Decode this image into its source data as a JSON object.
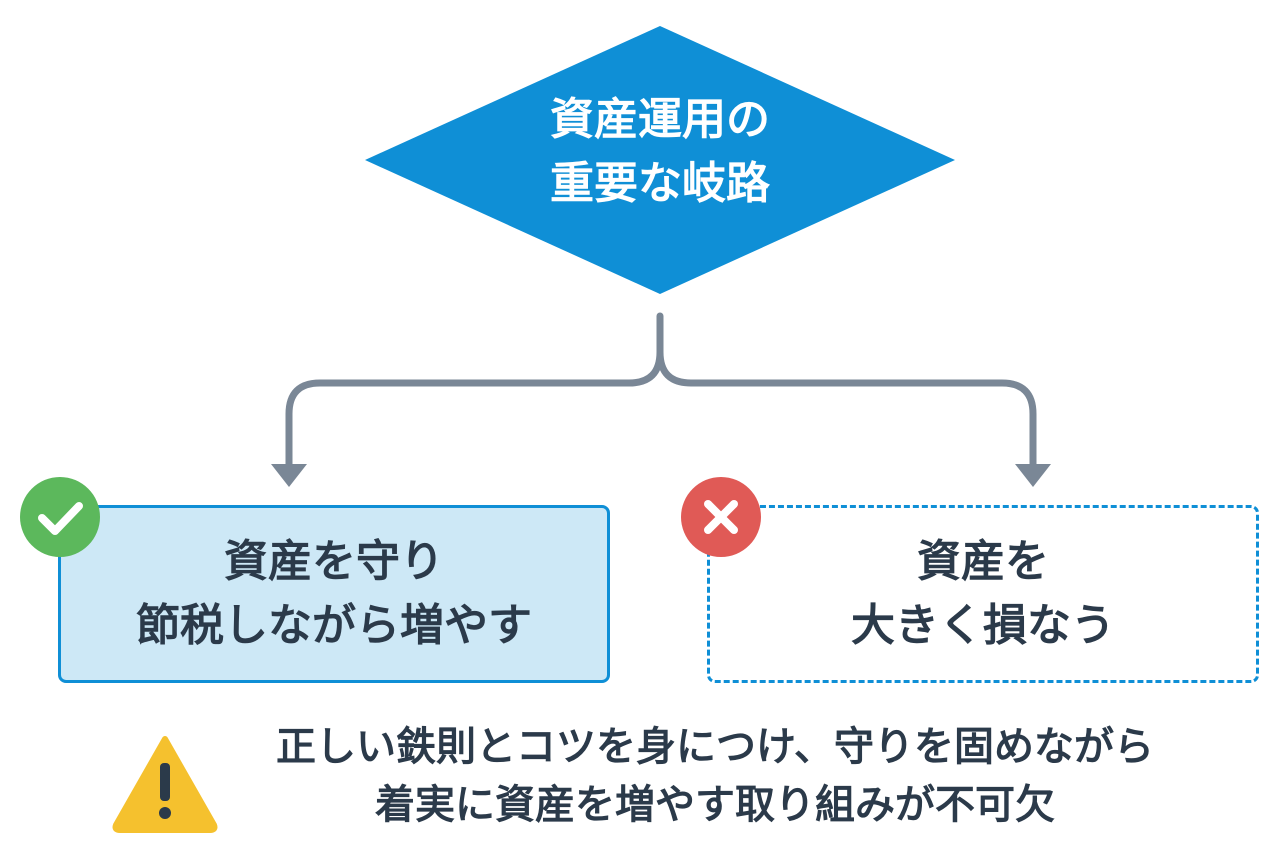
{
  "decision": {
    "line1": "資産運用の",
    "line2": "重要な岐路"
  },
  "good_option": {
    "line1": "資産を守り",
    "line2": "節税しながら増やす"
  },
  "bad_option": {
    "line1": "資産を",
    "line2": "大きく損なう"
  },
  "note": {
    "line1": "正しい鉄則とコツを身につけ、守りを固めながら",
    "line2": "着実に資産を増やす取り組みが不可欠"
  },
  "colors": {
    "diamond": "#0f8fd6",
    "good_fill": "#cde8f6",
    "border": "#0f8fd6",
    "connector": "#7a8796",
    "check_badge": "#5cb85c",
    "cross_badge": "#e05a56",
    "warning": "#f5c12e",
    "text": "#2b3a4a"
  },
  "icons": {
    "good": "check-icon",
    "bad": "cross-icon",
    "note": "warning-icon"
  }
}
